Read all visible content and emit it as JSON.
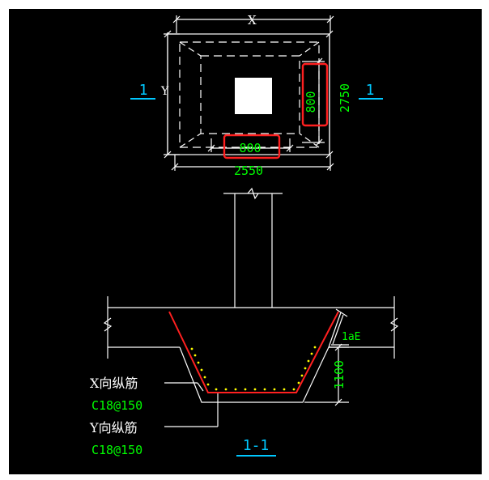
{
  "plan": {
    "dim_x_label": "X",
    "dim_y_label": "Y",
    "dim_right_value": "800",
    "dim_right_total": "2750",
    "dim_bottom_value": "800",
    "dim_bottom_total": "2550",
    "section_mark_left": "1",
    "section_mark_right": "1"
  },
  "section": {
    "la_label": "1aE",
    "depth_value": "1100",
    "x_bar_label": "X向纵筋",
    "x_bar_spec": "C18@150",
    "y_bar_label": "Y向纵筋",
    "y_bar_spec": "C18@150",
    "section_title": "1-1"
  },
  "colors": {
    "background": "#000000",
    "lines": "#ffffff",
    "dimension_text": "#00ff00",
    "section_mark": "#00c8ff",
    "highlight_box": "#ff2020",
    "rebar": "#ff2020",
    "rebar_dots": "#ffff00"
  }
}
